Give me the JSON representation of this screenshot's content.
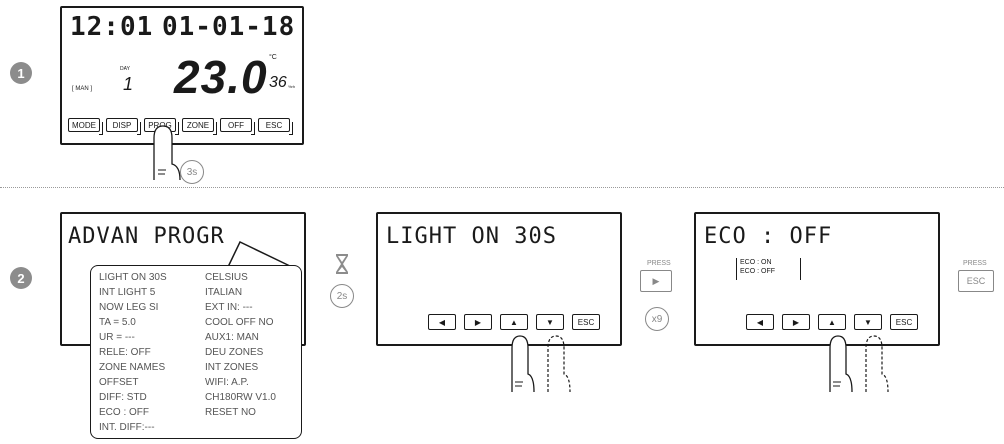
{
  "steps": {
    "step1": "1",
    "step2": "2"
  },
  "screen1": {
    "time": "12:01",
    "date": "01-01-18",
    "mode_label": "[ MAN ]",
    "day_label": "DAY",
    "day_value": "1",
    "temperature": "23.0",
    "temp_unit": "°C",
    "humidity": "36",
    "humidity_unit": "%rh",
    "buttons": [
      "MODE",
      "DISP",
      "PROG",
      "ZONE",
      "OFF",
      "ESC"
    ],
    "hold_badge": "3s"
  },
  "screen2": {
    "title": "ADVAN PROGR",
    "menu_left": [
      "LIGHT ON 30S",
      "INT LIGHT 5",
      "NOW LEG SI",
      "TA = 5.0",
      "UR = ---",
      "RELE: OFF",
      "ZONE NAMES",
      "OFFSET",
      "DIFF: STD",
      "ECO : OFF",
      "INT. DIFF:---"
    ],
    "menu_right": [
      "CELSIUS",
      "ITALIAN",
      "EXT IN: ---",
      "COOL OFF NO",
      "AUX1: MAN",
      "DEU ZONES",
      "INT ZONES",
      "WIFI: A.P.",
      "CH180RW V1.0",
      "RESET NO"
    ],
    "wait_badge": "2s"
  },
  "screen3": {
    "title": "LIGHT ON 30S",
    "buttons": [
      "◀",
      "▶",
      "▲",
      "▼",
      "ESC"
    ]
  },
  "between34": {
    "press_label": "PRESS",
    "repeat_badge": "x9"
  },
  "screen4": {
    "title": "ECO : OFF",
    "options": [
      "ECO : ON",
      "ECO : OFF"
    ],
    "buttons": [
      "◀",
      "▶",
      "▲",
      "▼",
      "ESC"
    ]
  },
  "after4": {
    "press_label": "PRESS",
    "esc_label": "ESC"
  },
  "colors": {
    "line": "#1a1a1a",
    "gray": "#8c8c8c"
  }
}
